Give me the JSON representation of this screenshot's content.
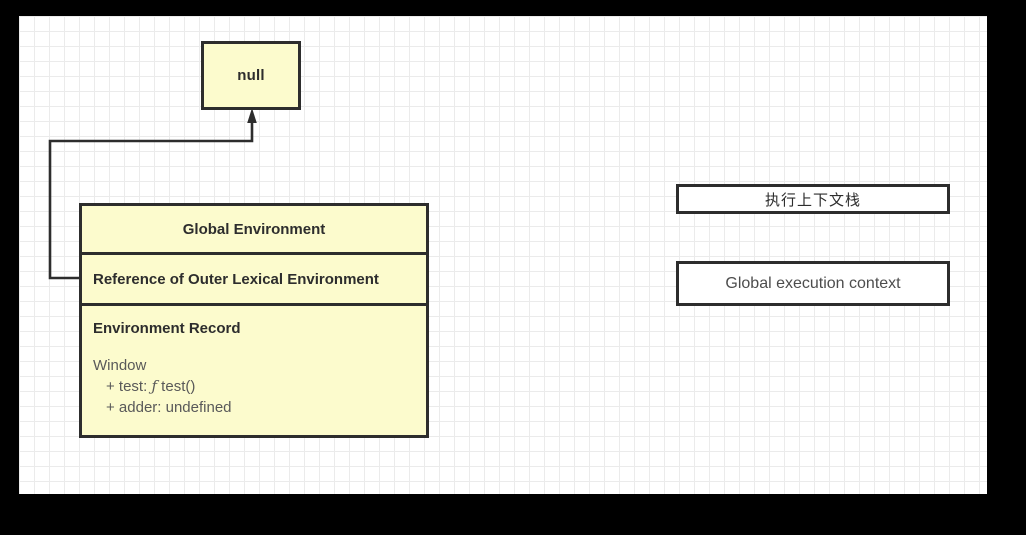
{
  "canvas": {
    "background": "#ffffff",
    "grid_minor_color": "#ebebeb",
    "grid_major_color": "#dcdcdc",
    "frame_color": "#000000"
  },
  "palette": {
    "node_fill_yellow": "#fcfbcd",
    "node_fill_white": "#ffffff",
    "node_border": "#2d2d2d",
    "text_dark": "#2d2d2d",
    "text_grey": "#595959",
    "text_grey_light": "#4d4d4d",
    "connector": "#2d2d2d"
  },
  "nodes": {
    "null_box": {
      "label": "null"
    },
    "global_environment": {
      "title": "Global Environment",
      "outer_reference": "Reference of Outer Lexical Environment",
      "record_title": "Environment Record",
      "record_lines": [
        "Window",
        "  + test: ƒ test()",
        "  + adder: undefined"
      ],
      "record_line_window": "Window",
      "record_line_test_prefix": "+ test: ",
      "record_line_test_glyph": "ƒ",
      "record_line_test_suffix": " test()",
      "record_line_adder": "+ adder: undefined"
    },
    "execution_context_stack": {
      "title": "执行上下文栈"
    },
    "global_execution_context": {
      "label": "Global execution context"
    }
  },
  "connectors": [
    {
      "name": "outer-reference-to-null",
      "from": "global-environment.outer-reference",
      "to": "null-box",
      "arrowhead": "to-target",
      "style": "orthogonal"
    }
  ]
}
